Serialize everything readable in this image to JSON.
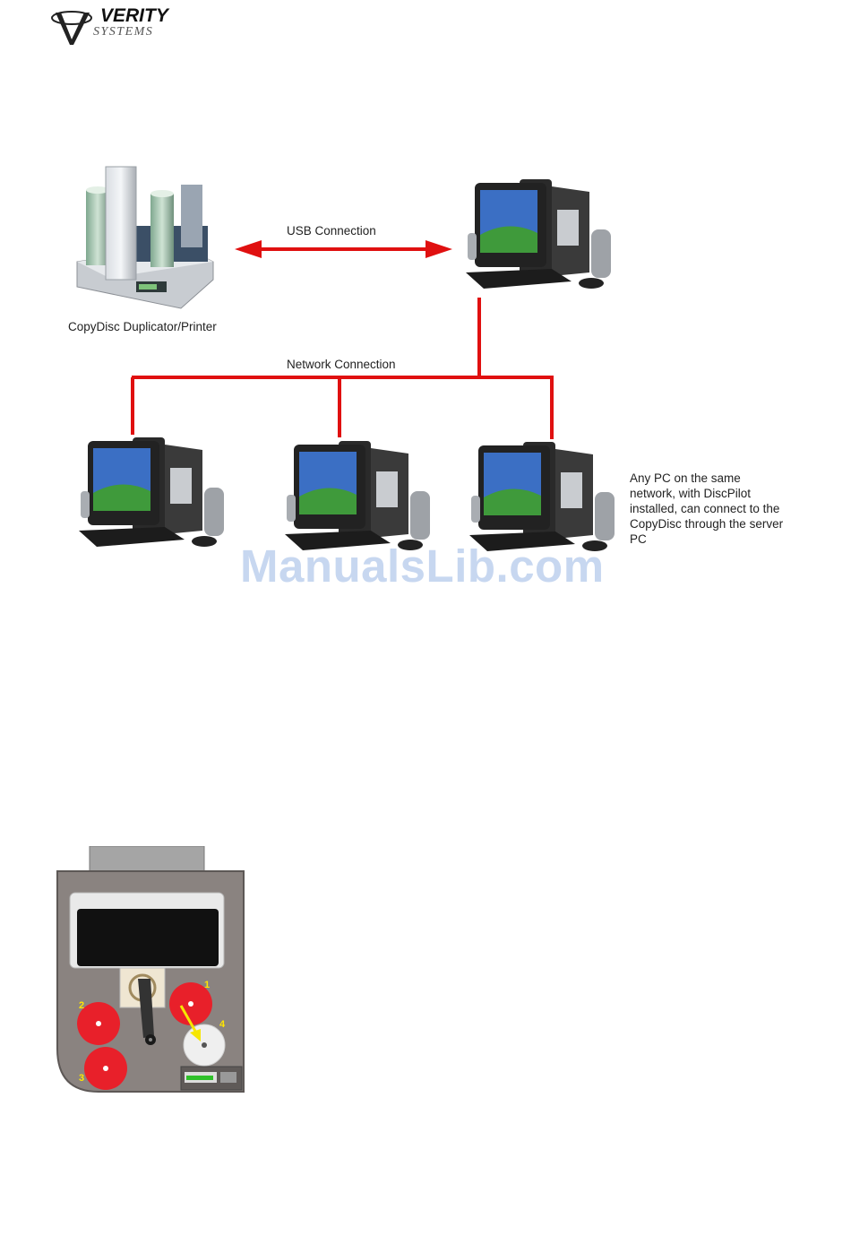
{
  "header": {
    "logo_word": "VERITY",
    "logo_sub": "SYSTEMS"
  },
  "diagram": {
    "duplicator_label": "CopyDisc Duplicator/Printer",
    "usb_label": "USB Connection",
    "network_label": "Network Connection",
    "client_note": "Any PC on the same network, with DiscPilot installed, can connect to the CopyDisc through the server PC"
  },
  "watermark": "ManualsLib.com",
  "device_top_view": {
    "bin_numbers": [
      "1",
      "2",
      "3",
      "4"
    ]
  },
  "colors": {
    "connection_line": "#e01010",
    "disc_red": "#e8202a",
    "device_body": "#8a8380",
    "arrow_yellow": "#f6e600",
    "lcd_green": "#2fc02a"
  }
}
